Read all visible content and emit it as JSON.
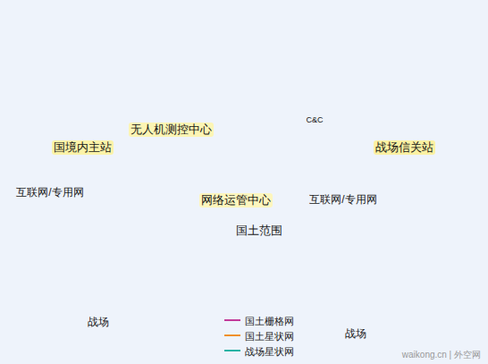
{
  "diagram": {
    "nodes": [
      {
        "text": [
          "国土范围"
        ]
      },
      {
        "text": [
          "国境内主站"
        ],
        "in": 0
      },
      {
        "text": [
          "无人机测控中心"
        ],
        "in": 0
      },
      {
        "text": [
          "C&C"
        ],
        "in": 0
      },
      {
        "text": [
          "战场信关站"
        ],
        "in": 0
      },
      {
        "text": [
          "互联网/专用网"
        ],
        "in": 0
      },
      {
        "text": [
          "网络运管中心"
        ],
        "in": 0
      },
      {
        "text": [
          "互联网/专用网"
        ],
        "in": 0
      },
      {
        "text": [
          "战场"
        ]
      },
      {
        "text": [
          "战场"
        ]
      }
    ],
    "edges": [
      {
        "from": 1,
        "to": 5,
        "arrow": "both"
      },
      {
        "from": 3,
        "to": 7,
        "arrow": "both"
      },
      {
        "from": 4,
        "to": 7,
        "arrow": "both"
      }
    ],
    "labels": [
      "waikong.cn | 外空网"
    ],
    "legend": [
      {
        "text": "国土栅格网"
      },
      {
        "text": "国土星状网"
      },
      {
        "text": "战场星状网"
      }
    ]
  }
}
